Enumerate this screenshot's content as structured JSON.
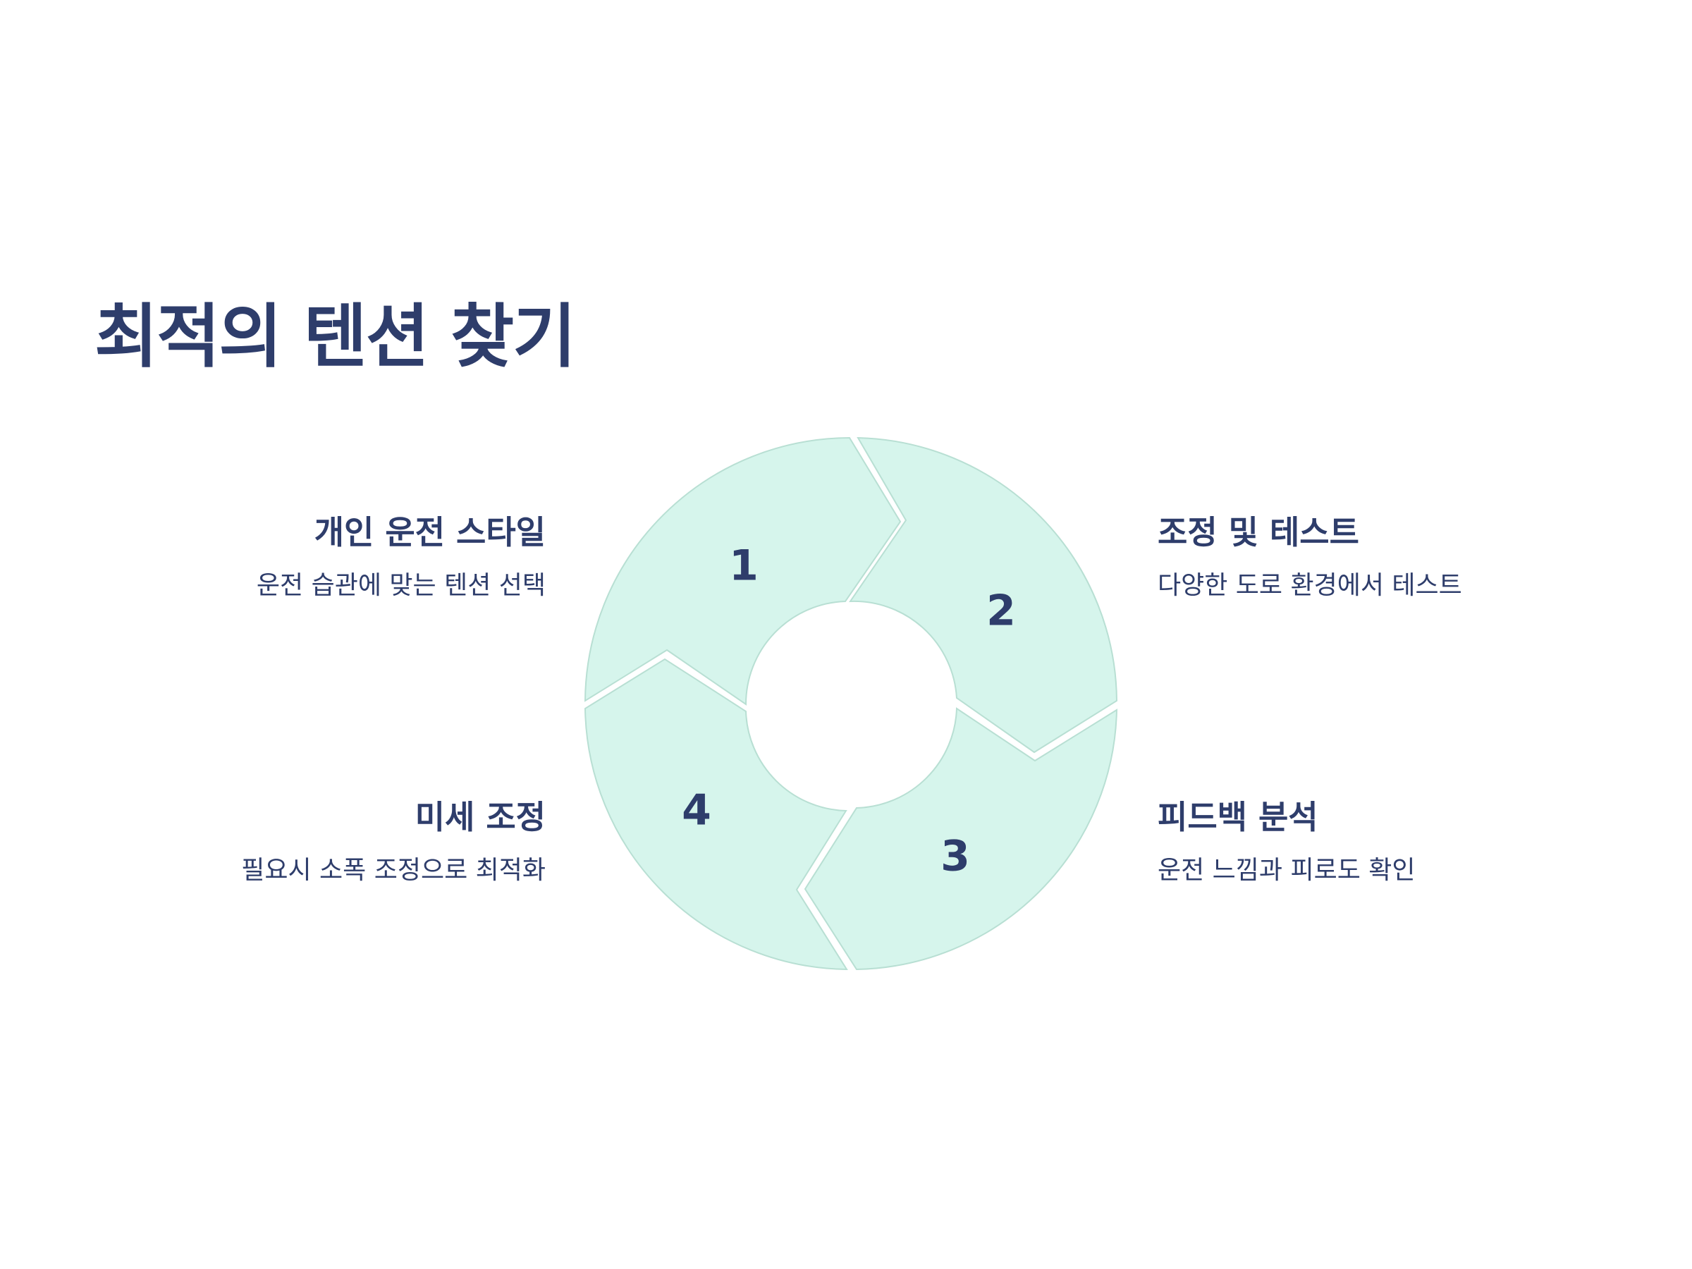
{
  "title": "최적의 텐션 찾기",
  "colors": {
    "text": "#2e3d6b",
    "segment_fill": "#d6f5ec",
    "segment_stroke": "#b8dfd3",
    "background": "#ffffff"
  },
  "cycle": {
    "segments": [
      {
        "number": "1"
      },
      {
        "number": "2"
      },
      {
        "number": "3"
      },
      {
        "number": "4"
      }
    ]
  },
  "steps": [
    {
      "title": "개인 운전 스타일",
      "description": "운전 습관에 맞는 텐션 선택"
    },
    {
      "title": "조정 및 테스트",
      "description": "다양한 도로 환경에서 테스트"
    },
    {
      "title": "피드백 분석",
      "description": "운전 느낌과 피로도 확인"
    },
    {
      "title": "미세 조정",
      "description": "필요시 소폭 조정으로 최적화"
    }
  ]
}
